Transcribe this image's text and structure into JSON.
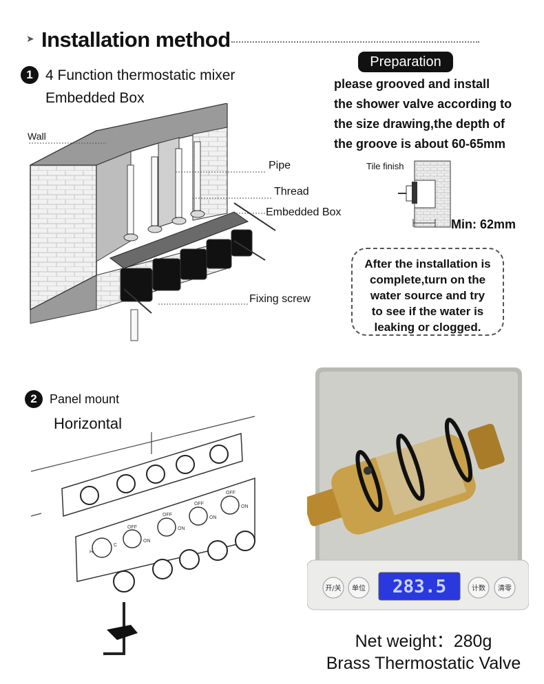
{
  "header": {
    "title": "Installation method"
  },
  "step1": {
    "number": "1",
    "title": "4 Function thermostatic mixer",
    "subtitle": "Embedded Box",
    "labels": {
      "wall": "Wall",
      "pipe": "Pipe",
      "thread": "Thread",
      "embedded_box": "Embedded Box",
      "fixing_screw": "Fixing screw"
    }
  },
  "preparation": {
    "badge": "Preparation",
    "lines": [
      "please grooved and install",
      "the shower valve according to",
      "the size drawing,the depth of",
      "the groove is about 60-65mm"
    ],
    "tile_finish": "Tile finish",
    "min_depth": "Min: 62mm"
  },
  "note": {
    "lines": [
      "After the installation is",
      "complete,turn on the",
      "water source and try",
      "to see if the water is",
      "leaking or clogged."
    ]
  },
  "step2": {
    "number": "2",
    "title": "Panel mount",
    "subtitle": "Horizontal",
    "panel_labels": {
      "off": "OFF",
      "on": "ON",
      "hot": "H",
      "cold": "C"
    }
  },
  "scale": {
    "display": "283.5",
    "buttons": [
      "开/关",
      "单位",
      "计数",
      "清零"
    ]
  },
  "captions": {
    "weight": "Net weight：280g",
    "product": "Brass Thermostatic Valve"
  }
}
